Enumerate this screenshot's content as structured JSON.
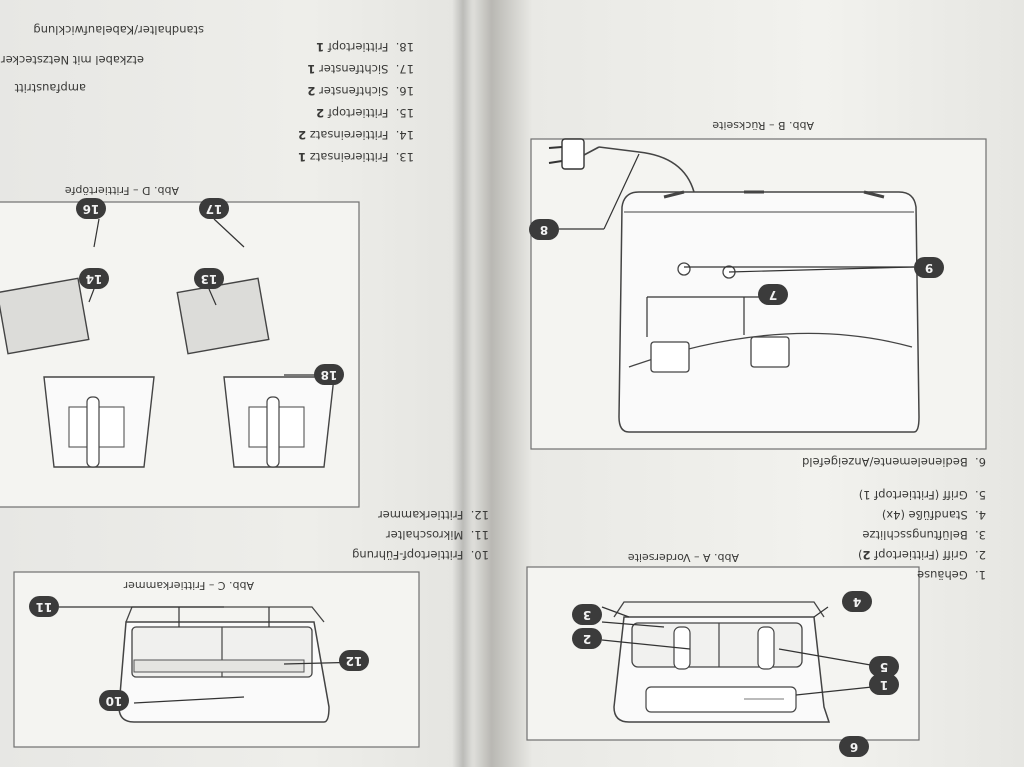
{
  "left_page": {
    "fig_a_caption": "Abb. A – Vorderseite",
    "fig_b_caption": "Abb. B – Rückseite",
    "parts": [
      {
        "num": "1.",
        "text": "Gehäuse"
      },
      {
        "num": "2.",
        "text": "Griff (Frittiertopf ",
        "bold": "2",
        "close": ")"
      },
      {
        "num": "3.",
        "text": "Belüftungsschlitze"
      },
      {
        "num": "4.",
        "text": "Standfüße (4x)"
      },
      {
        "num": "5.",
        "text": "Griff (Frittiertopf 1)"
      },
      {
        "num": "6.",
        "text": "Bedienelemente/Anzeigefeld"
      }
    ],
    "badges_a": [
      "1",
      "2",
      "3",
      "4",
      "5",
      "6"
    ],
    "badges_b": [
      "7",
      "8",
      "9"
    ]
  },
  "right_page": {
    "fig_c_caption": "Abb. C – Frittierkammer",
    "fig_d_caption": "Abb. D – Frittiertöpfe",
    "parts": [
      {
        "num": "10.",
        "text": "Frittiertopf-Führung"
      },
      {
        "num": "11.",
        "text": "Mikroschalter"
      },
      {
        "num": "12.",
        "text": "Frittierkammer"
      },
      {
        "num": "13.",
        "text": "Frittiereinsatz ",
        "bold": "1"
      },
      {
        "num": "14.",
        "text": "Frittiereinsatz ",
        "bold": "2"
      },
      {
        "num": "15.",
        "text": "Frittiertopf ",
        "bold": "2"
      },
      {
        "num": "16.",
        "text": "Sichtfenster ",
        "bold": "2"
      },
      {
        "num": "17.",
        "text": "Sichtfenster ",
        "bold": "1"
      },
      {
        "num": "18.",
        "text": "Frittiertopf ",
        "bold": "1"
      }
    ],
    "badges_c": [
      "10",
      "11",
      "12"
    ],
    "badges_d": [
      "13",
      "14",
      "16",
      "17",
      "18"
    ],
    "cut_lines": [
      "ampfaustritt",
      "etzkabel mit Netzstecker",
      "standhalter/Kabelaufwicklung"
    ]
  }
}
